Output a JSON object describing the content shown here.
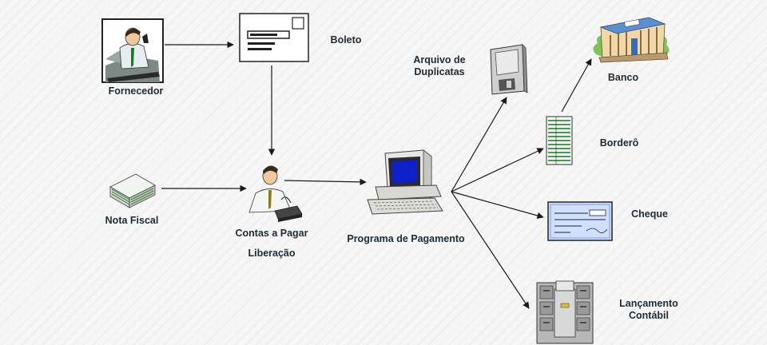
{
  "labels": {
    "fornecedor": "Fornecedor",
    "boleto": "Boleto",
    "nota_fiscal": "Nota Fiscal",
    "contas_a_pagar": "Contas a Pagar",
    "liberacao": "Liberação",
    "programa_de_pagamento": "Programa de Pagamento",
    "arquivo_de_duplicatas_line1": "Arquivo de",
    "arquivo_de_duplicatas_line2": "Duplicatas",
    "banco": "Banco",
    "bordero": "Borderô",
    "cheque": "Cheque",
    "lancamento_line1": "Lançamento",
    "lancamento_line2": "Contábil"
  },
  "illustrations": {
    "supplier": "supplier-person-icon",
    "boleto": "payment-slip-icon",
    "nota_fiscal": "invoice-stack-icon",
    "contas": "clerk-person-icon",
    "programa": "computer-icon",
    "arquivo": "floppy-disk-icon",
    "banco": "bank-building-icon",
    "bordero": "bordero-list-icon",
    "cheque": "cheque-icon",
    "lancamento": "filing-cabinet-icon"
  },
  "colors": {
    "background": "#f6f6f6",
    "arrow": "#1a1a1a",
    "text": "#1f2a36",
    "screen_blue": "#1020c8",
    "cheque_blue": "#cfe0ff",
    "bordero_green": "#9fd6a0"
  }
}
